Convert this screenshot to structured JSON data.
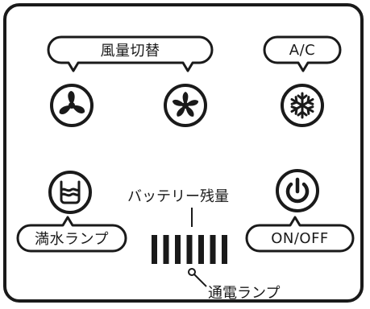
{
  "labels": {
    "fan_switch": "風量切替",
    "ac": "A/C",
    "water_full_lamp": "満水ランプ",
    "on_off": "ON/OFF",
    "battery_level": "バッテリー残量",
    "power_lamp": "通電ランプ"
  },
  "icons": {
    "fan_low": "fan-3-blade-icon",
    "fan_high": "fan-5-blade-icon",
    "ac": "snowflake-icon",
    "water_tank": "water-tank-icon",
    "power": "power-icon",
    "lamp": "lamp-indicator-icon"
  },
  "battery": {
    "segments": 7
  },
  "colors": {
    "ink": "#1a1a1a",
    "background": "#ffffff"
  }
}
